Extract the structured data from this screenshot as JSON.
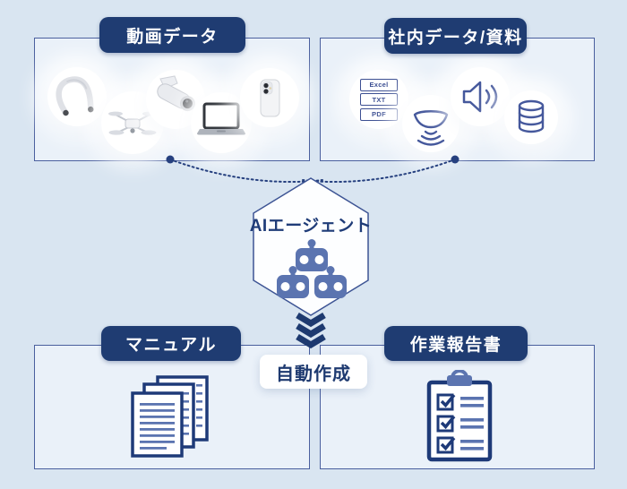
{
  "sources": [
    {
      "label": "動画データ",
      "icons": [
        "wearable-camera",
        "drone",
        "security-camera",
        "laptop",
        "smartphone"
      ]
    },
    {
      "label": "社内データ/資料",
      "icons": [
        "file-formats",
        "motion-sensor",
        "speaker",
        "database"
      ],
      "file_formats": [
        "Excel",
        "TXT",
        "PDF"
      ]
    }
  ],
  "agent": {
    "label": "AIエージェント",
    "icon": "robots"
  },
  "process": {
    "label": "自動作成"
  },
  "outputs": [
    {
      "label": "マニュアル",
      "icon": "documents"
    },
    {
      "label": "作業報告書",
      "icon": "clipboard-checklist"
    }
  ],
  "colors": {
    "background": "#d9e5f1",
    "box_fill": "#eaf1f9",
    "box_border": "#4a5f9e",
    "navy": "#1f3c72",
    "slate": "#5b74b0",
    "icon_stroke": "#45589c",
    "white": "#ffffff"
  }
}
